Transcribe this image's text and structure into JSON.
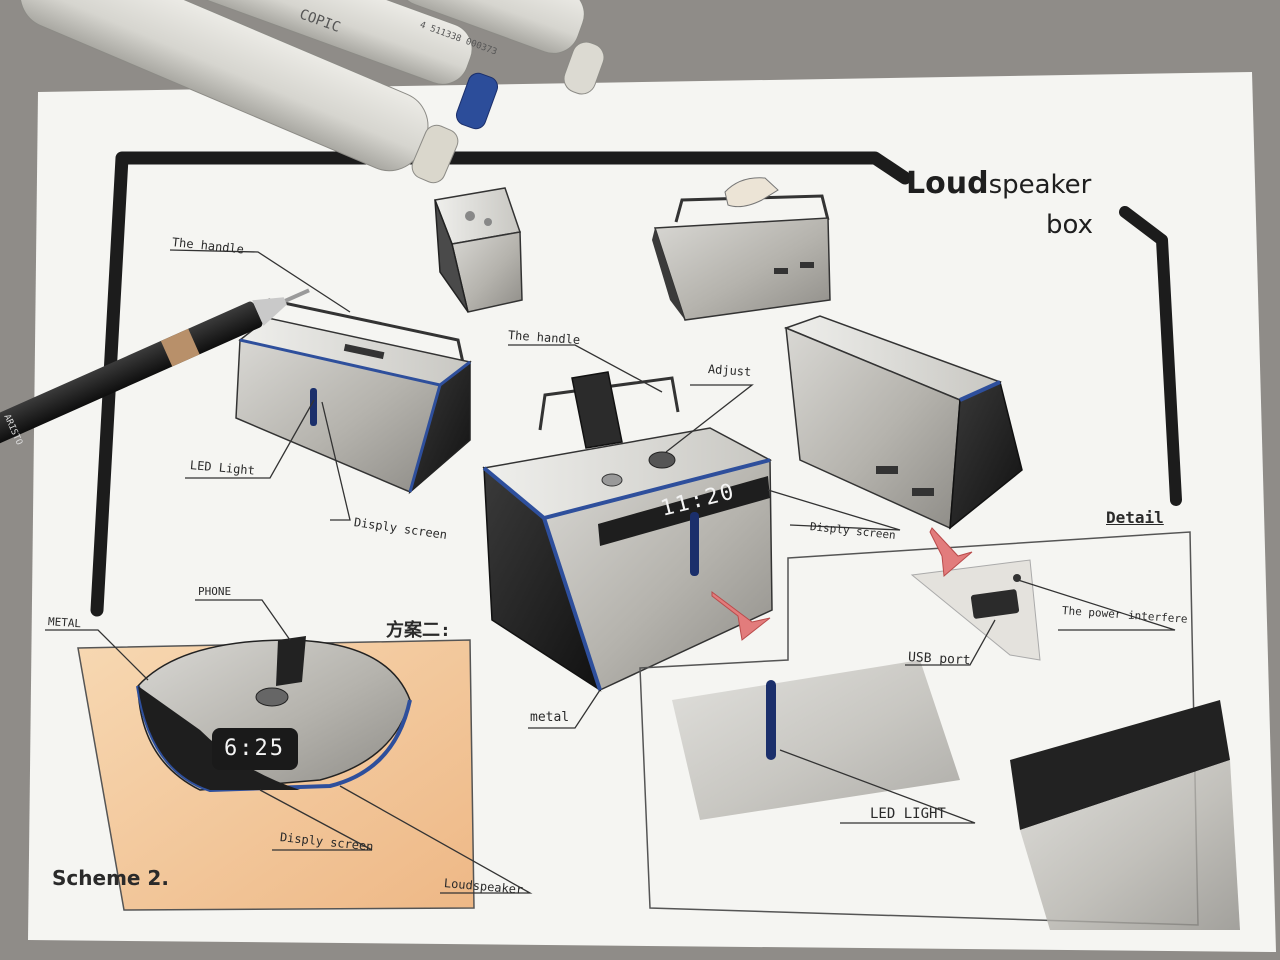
{
  "title": {
    "line1_bold": "Loud",
    "line1_rest": "speaker",
    "line2": "box"
  },
  "clocks": {
    "main": "11:20",
    "scheme2": "6:25"
  },
  "labels": {
    "handle_left": "The handle",
    "led_light_left": "LED Light",
    "display_screen_left": "Disply screen",
    "handle_center": "The handle",
    "adjust": "Adjust",
    "display_screen_center": "Disply screen",
    "metal_center": "metal",
    "metal_left": "METAL",
    "phone": "PHONE",
    "scheme_cn": "方案二:",
    "detail": "Detail",
    "power_interface": "The power interfere",
    "usb_port": "USB port",
    "led_light_detail": "LED LIGHT",
    "display_screen_scheme2": "Disply screen",
    "loudspeaker": "Loudspeaker",
    "scheme_2": "Scheme 2."
  },
  "markers": {
    "brand": "COPIC",
    "barcode": "4 511338 000373",
    "pencil_brand": "ARISTO"
  },
  "colors": {
    "paper": "#f5f5f2",
    "ink": "#1f1f1f",
    "accent_blue": "#2e4f9c",
    "orange_background": "#f2c79a",
    "body_gray": "#b9b7b1",
    "dark_panel": "#2a2a2a",
    "arrow_red": "#e27c7c"
  }
}
